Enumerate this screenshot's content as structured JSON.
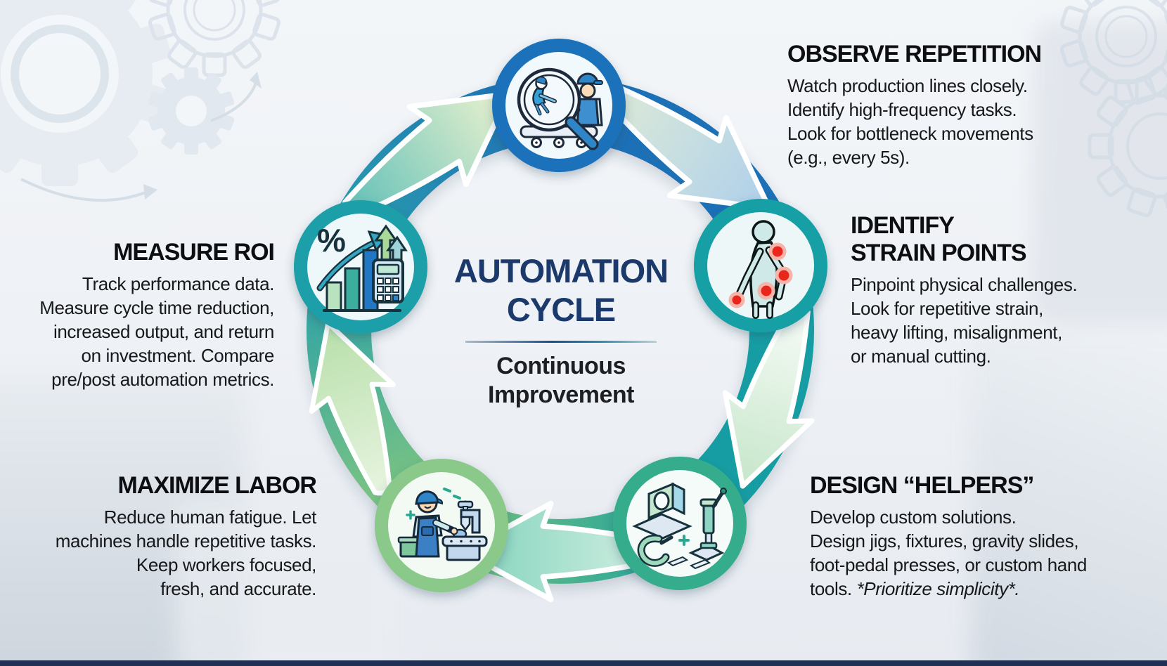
{
  "title": {
    "heading": [
      "AUTOMATION",
      "CYCLE"
    ],
    "subtitle": [
      "Continuous",
      "Improvement"
    ]
  },
  "steps": [
    {
      "id": "observe-repetition",
      "heading": [
        "OBSERVE REPETITION"
      ],
      "body": [
        "Watch production lines closely.",
        "Identify high-frequency tasks.",
        "Look for bottleneck movements",
        "(e.g., every 5s)."
      ],
      "icon": "magnifier-inspection-icon",
      "accent": "#1d6fb6"
    },
    {
      "id": "identify-strain-points",
      "heading": [
        "IDENTIFY",
        "STRAIN POINTS"
      ],
      "body": [
        "Pinpoint physical challenges.",
        "Look for repetitive strain,",
        "heavy lifting, misalignment,",
        "or manual cutting."
      ],
      "icon": "body-strain-points-icon",
      "accent": "#159da3"
    },
    {
      "id": "design-helpers",
      "heading": [
        "DESIGN “HELPERS”"
      ],
      "body": [
        "Develop custom solutions.",
        "Design jigs, fixtures, gravity slides,",
        "foot-pedal presses, or custom hand"
      ],
      "body_tail": "tools. ",
      "note": "*Prioritize simplicity*.",
      "icon": "jigs-fixtures-icon",
      "accent": "#35ac8c"
    },
    {
      "id": "maximize-labor",
      "heading": [
        "MAXIMIZE LABOR"
      ],
      "body": [
        "Reduce human fatigue. Let",
        "machines handle repetitive tasks.",
        "Keep workers focused,",
        "fresh, and accurate."
      ],
      "icon": "worker-machine-icon",
      "accent": "#8bc98b"
    },
    {
      "id": "measure-roi",
      "heading": [
        "MEASURE ROI"
      ],
      "body": [
        "Track performance data.",
        "Measure cycle time reduction,",
        "increased output, and return",
        "on investment. Compare",
        "pre/post automation metrics."
      ],
      "icon": "roi-chart-calculator-icon",
      "accent": "#1f9fa8",
      "percent": "%"
    }
  ],
  "colors": {
    "arc_blue": "#1d6fb6",
    "arc_teal": "#159da3",
    "arc_green_teal": "#35ac8c",
    "arc_green": "#7cc47a",
    "node_green": "#8bc98b",
    "title_navy": "#1b3a6b",
    "strain_red": "#e8281e",
    "bottom_bar": "#203055"
  }
}
